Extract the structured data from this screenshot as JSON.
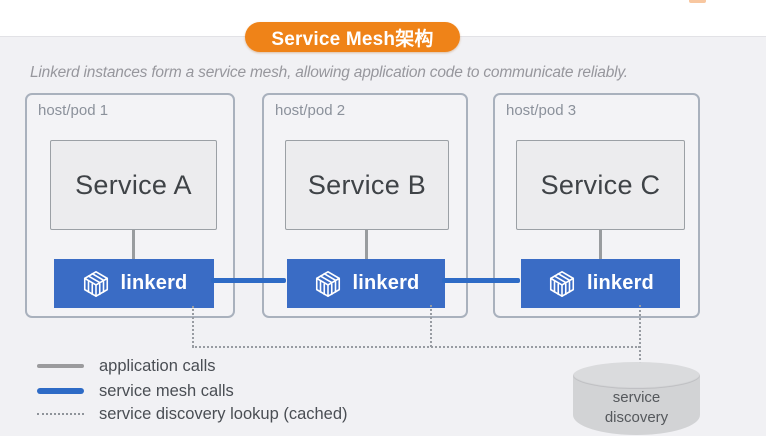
{
  "header": {
    "title_badge": "Service Mesh架构",
    "subtitle": "Linkerd instances form  a service mesh, allowing application code to communicate reliably."
  },
  "pods": [
    {
      "label": "host/pod 1",
      "service": "Service A",
      "proxy": "linkerd"
    },
    {
      "label": "host/pod 2",
      "service": "Service B",
      "proxy": "linkerd"
    },
    {
      "label": "host/pod 3",
      "service": "Service C",
      "proxy": "linkerd"
    }
  ],
  "discovery": {
    "label": "service\ndiscovery"
  },
  "legend": [
    {
      "label": "application calls",
      "style": "solid-gray"
    },
    {
      "label": "service mesh calls",
      "style": "solid-blue"
    },
    {
      "label": "service discovery lookup (cached)",
      "style": "dotted"
    }
  ],
  "icons": {
    "linkerd_logo": "linkerd-logo-icon"
  },
  "colors": {
    "badge_orange": "#EF8318",
    "linkerd_blue": "#3A6CC5",
    "mesh_line_blue": "#2E6BC6",
    "app_line_gray": "#999C9F",
    "dotted_gray": "#989CA2",
    "content_background": "#F1F1F4",
    "pod_border": "#A9B1BD",
    "service_box_fill": "#ECECEE",
    "cylinder_fill": "#D2D3D5"
  }
}
